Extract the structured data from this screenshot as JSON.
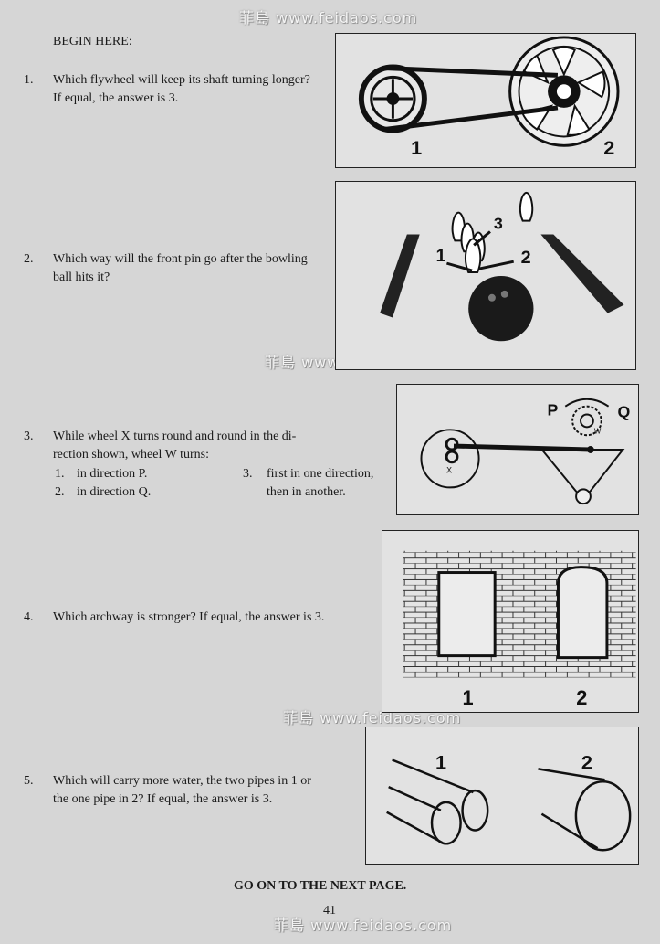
{
  "watermark": "菲島 www.feidaos.com",
  "begin": "BEGIN HERE:",
  "questions": [
    {
      "num": "1.",
      "lines": [
        "Which flywheel will keep its shaft turning longer?",
        "If equal, the answer is 3."
      ],
      "labels": [
        "1",
        "2"
      ]
    },
    {
      "num": "2.",
      "lines": [
        "Which way will the front pin go after the bowling",
        "ball hits it?"
      ],
      "labels": [
        "1",
        "2",
        "3"
      ]
    },
    {
      "num": "3.",
      "lines": [
        "While wheel X turns round and round in the di-",
        "rection shown, wheel W turns:"
      ],
      "options": [
        {
          "n": "1.",
          "t": "in direction P."
        },
        {
          "n": "2.",
          "t": "in direction Q."
        },
        {
          "n": "3.",
          "t": "first in one direction,"
        },
        {
          "n": "",
          "t": "then in another."
        }
      ],
      "labels": [
        "P",
        "Q",
        "W",
        "X"
      ]
    },
    {
      "num": "4.",
      "lines": [
        "Which archway is stronger?  If equal, the answer is 3."
      ],
      "labels": [
        "1",
        "2"
      ]
    },
    {
      "num": "5.",
      "lines": [
        "Which will carry more water, the two pipes in 1 or",
        "the one pipe in 2?  If equal, the answer is 3."
      ],
      "labels": [
        "1",
        "2"
      ]
    }
  ],
  "footer": "GO ON TO THE NEXT PAGE.",
  "page_number": "41"
}
